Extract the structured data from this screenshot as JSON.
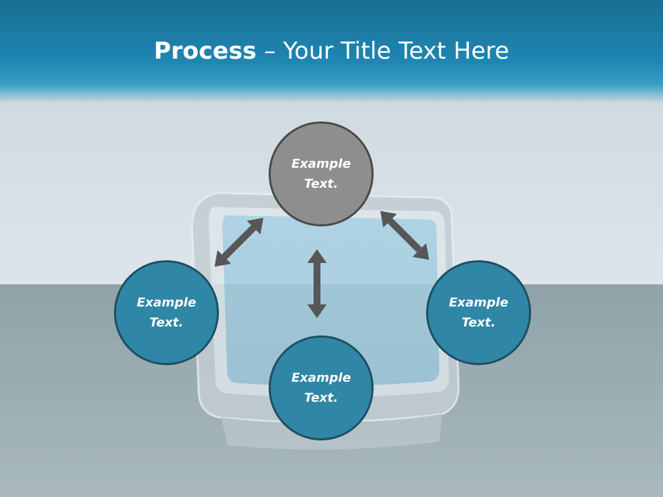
{
  "slide": {
    "title_bold": "Process",
    "title_rest": " – Your Title Text Here"
  },
  "diagram": {
    "nodes": [
      {
        "id": "top",
        "label": "Example\nText.",
        "color": "#8e8e8e"
      },
      {
        "id": "left",
        "label": "Example\nText.",
        "color": "#2f86a6"
      },
      {
        "id": "right",
        "label": "Example\nText.",
        "color": "#2f86a6"
      },
      {
        "id": "bottom",
        "label": "Example\nText.",
        "color": "#2f86a6"
      }
    ],
    "arrow_color": "#575757"
  },
  "colors": {
    "header": "#1f86b2",
    "node_blue": "#2f86a6",
    "node_gray": "#8e8e8e",
    "arrow": "#575757"
  }
}
